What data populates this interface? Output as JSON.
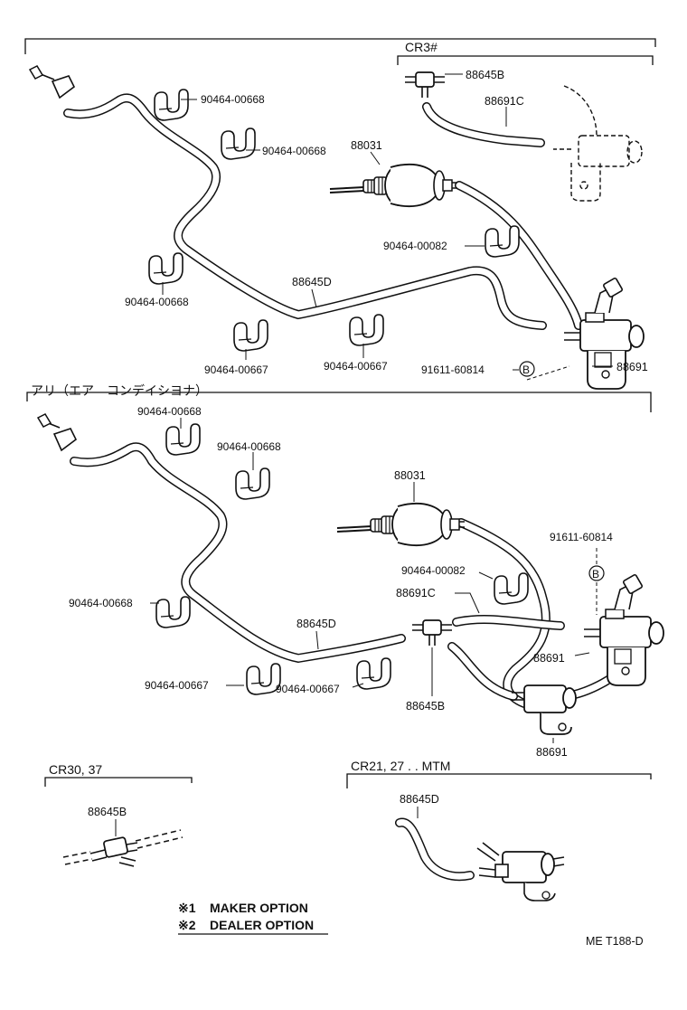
{
  "sections": {
    "cr3": {
      "header": "CR3#"
    },
    "aircon": {
      "header": "アリ（エア　コンデイシヨナ）"
    },
    "cr30": {
      "header": "CR30, 37"
    },
    "cr21": {
      "header": "CR21, 27 . . MTM"
    }
  },
  "upper": {
    "clip_a": "90464-00668",
    "clip_b": "90464-00668",
    "clip_c": "90464-00668",
    "clip_d": "90464-00667",
    "clip_e": "90464-00667",
    "clip_f": "90464-00082",
    "sensor": "88031",
    "hose_main": "88645D",
    "bolt": "91611-60814",
    "bolt_marker": "B",
    "vsv": "88691",
    "cr3_joint": "88645B",
    "cr3_hose": "88691C"
  },
  "lower": {
    "clip_a": "90464-00668",
    "clip_b": "90464-00668",
    "clip_c": "90464-00668",
    "clip_d": "90464-00667",
    "clip_e": "90464-00667",
    "clip_f": "90464-00082",
    "sensor": "88031",
    "hose_main": "88645D",
    "hose_c": "88691C",
    "joint": "88645B",
    "bolt": "91611-60814",
    "bolt_marker": "B",
    "vsv_a": "88691",
    "vsv_b": "88691"
  },
  "cr30": {
    "joint": "88645B"
  },
  "cr21": {
    "hose": "88645D"
  },
  "notes": {
    "note1_mark": "※1",
    "note1_text": "MAKER OPTION",
    "note2_mark": "※2",
    "note2_text": "DEALER OPTION"
  },
  "figure_code": "ME  T188-D"
}
